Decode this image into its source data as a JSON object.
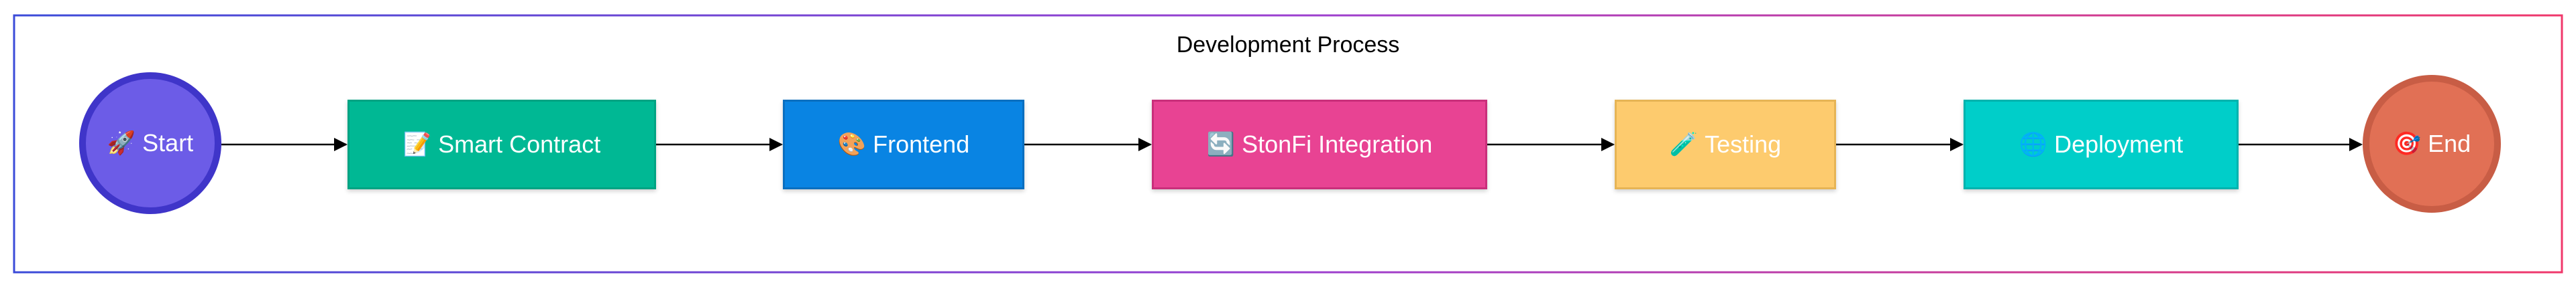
{
  "diagram": {
    "title": "Development Process",
    "frame_gradient": [
      "#3b4bd8",
      "#9b3fd0",
      "#f0386b"
    ],
    "nodes": [
      {
        "id": "start",
        "icon": "🚀",
        "label": "Start",
        "fill": "#6c5ce7",
        "border": "#3f35c9"
      },
      {
        "id": "smart-contract",
        "icon": "📝",
        "label": "Smart Contract",
        "fill": "#00b894",
        "border": "#00a383"
      },
      {
        "id": "frontend",
        "icon": "🎨",
        "label": "Frontend",
        "fill": "#0984e3",
        "border": "#0a6fc0"
      },
      {
        "id": "stonfi",
        "icon": "🔄",
        "label": "StonFi Integration",
        "fill": "#e84393",
        "border": "#c92f7b"
      },
      {
        "id": "testing",
        "icon": "🧪",
        "label": "Testing",
        "fill": "#fdcb6e",
        "border": "#e6b455"
      },
      {
        "id": "deployment",
        "icon": "🌐",
        "label": "Deployment",
        "fill": "#00cec9",
        "border": "#00b3ae"
      },
      {
        "id": "end",
        "icon": "🎯",
        "label": "End",
        "fill": "#e17055",
        "border": "#c85d45"
      }
    ],
    "edges": [
      [
        "start",
        "smart-contract"
      ],
      [
        "smart-contract",
        "frontend"
      ],
      [
        "frontend",
        "stonfi"
      ],
      [
        "stonfi",
        "testing"
      ],
      [
        "testing",
        "deployment"
      ],
      [
        "deployment",
        "end"
      ]
    ]
  }
}
